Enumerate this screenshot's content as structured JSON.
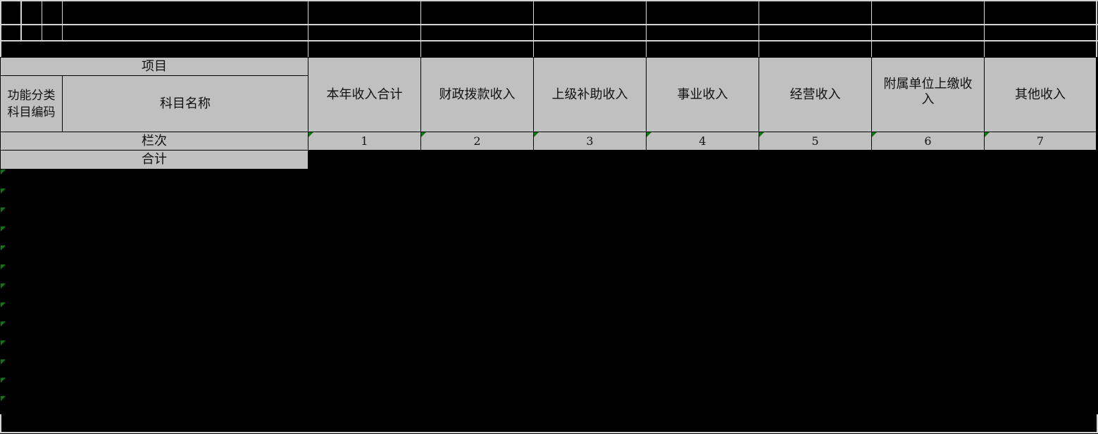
{
  "sheet": {
    "header": {
      "item_label": "项目",
      "code_label": "功能分类科目编码",
      "name_label": "科目名称",
      "columns": [
        {
          "label": "本年收入合计",
          "index": "1"
        },
        {
          "label": "财政拨款收入",
          "index": "2"
        },
        {
          "label": "上级补助收入",
          "index": "3"
        },
        {
          "label": "事业收入",
          "index": "4"
        },
        {
          "label": "经营收入",
          "index": "5"
        },
        {
          "label": "附属单位上缴收入",
          "index": "6"
        },
        {
          "label": "其他收入",
          "index": "7"
        }
      ],
      "row_index_label": "栏次",
      "total_label": "合计"
    },
    "data_rows": 13,
    "colors": {
      "header_bg": "#c0c0c0",
      "grid_line": "#d4d4d4",
      "background": "#000000",
      "comment_marker": "#0a7a0a"
    }
  }
}
